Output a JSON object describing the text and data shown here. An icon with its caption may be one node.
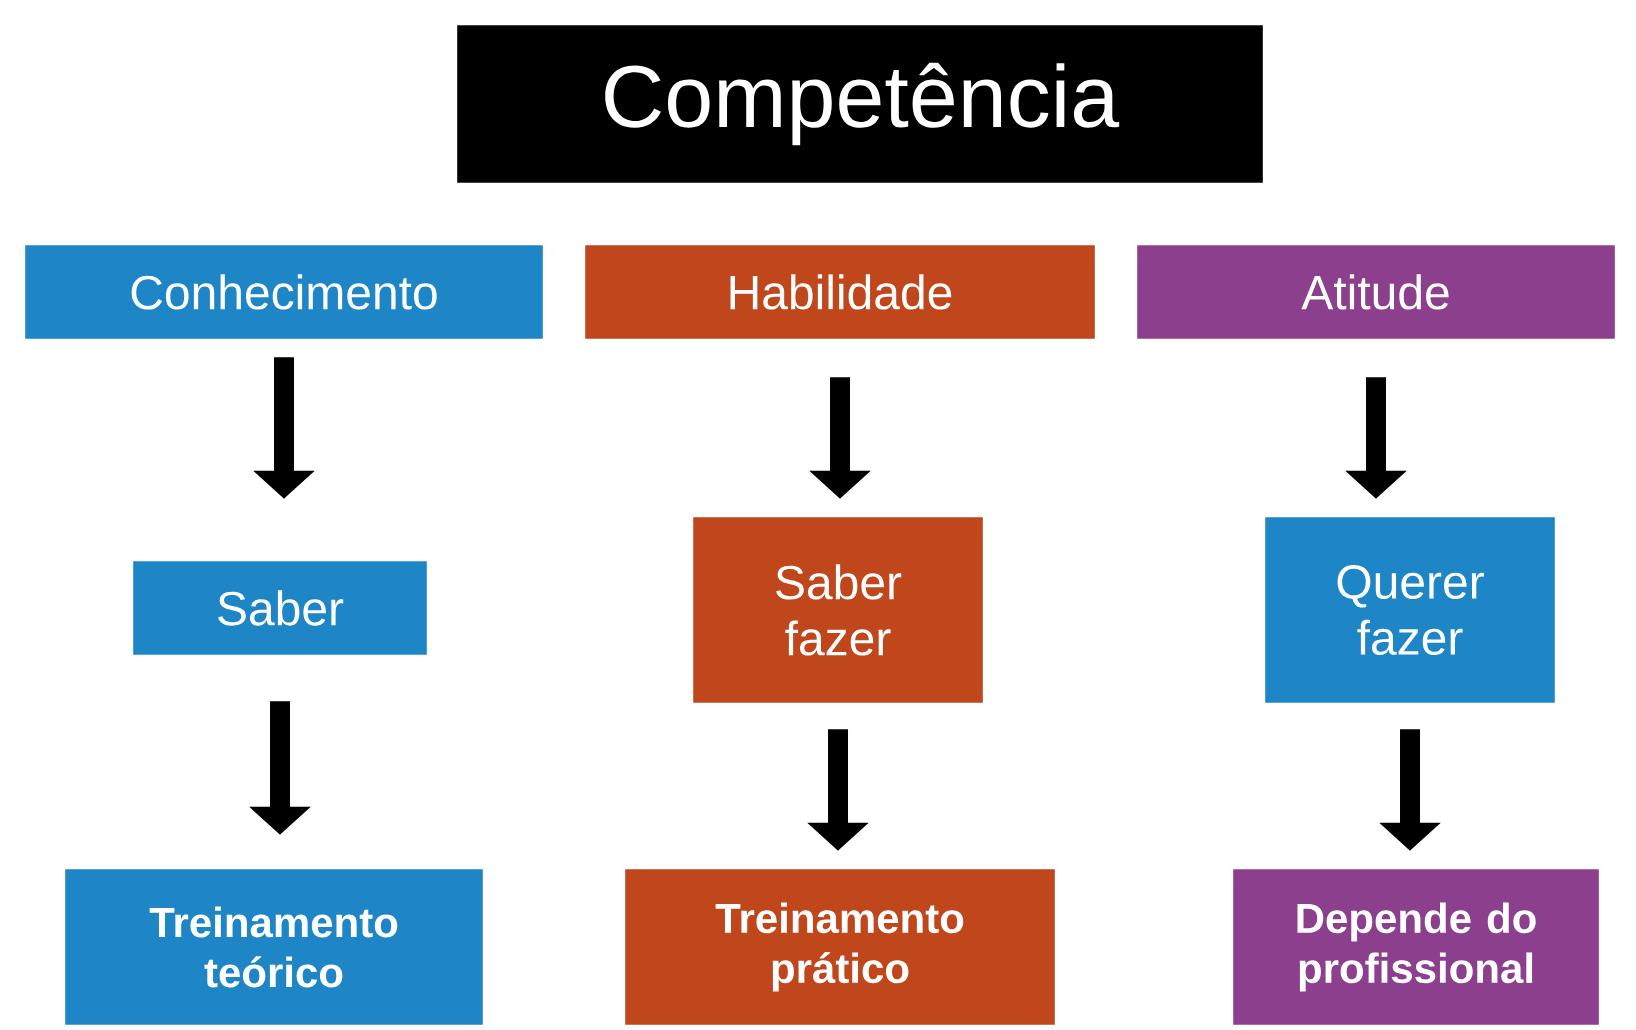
{
  "diagram": {
    "nodes": [
      {
        "text": [
          "Competência"
        ]
      },
      {
        "text": [
          "Conhecimento"
        ]
      },
      {
        "text": [
          "Habilidade"
        ]
      },
      {
        "text": [
          "Atitude"
        ]
      },
      {
        "text": [
          "Saber"
        ]
      },
      {
        "text": [
          "Saber fazer"
        ]
      },
      {
        "text": [
          "Querer fazer"
        ]
      },
      {
        "text": [
          "Treinamento teórico"
        ]
      },
      {
        "text": [
          "Treinamento prático"
        ]
      },
      {
        "text": [
          "Depende do profissional"
        ]
      }
    ],
    "edges": [
      {
        "from": 1,
        "to": 4,
        "arrow": "to"
      },
      {
        "from": 2,
        "to": 5,
        "arrow": "to"
      },
      {
        "from": 3,
        "to": 6,
        "arrow": "to"
      },
      {
        "from": 4,
        "to": 7,
        "arrow": "to"
      },
      {
        "from": 5,
        "to": 8,
        "arrow": "to"
      },
      {
        "from": 6,
        "to": 9,
        "arrow": "to"
      }
    ]
  }
}
